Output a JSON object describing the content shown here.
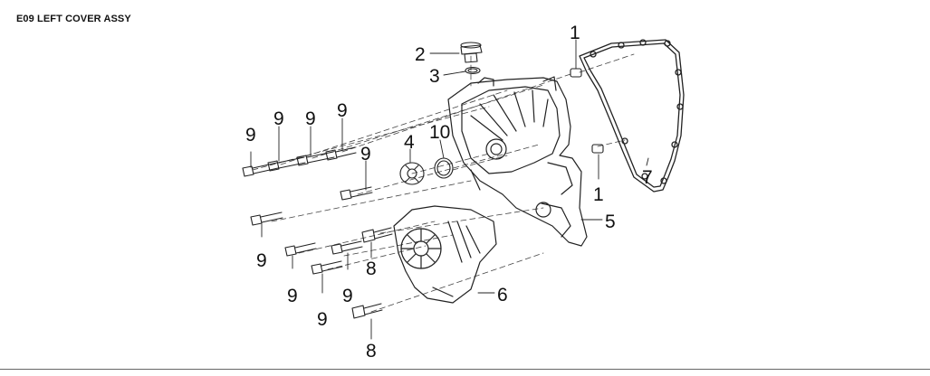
{
  "header": {
    "title": "E09 LEFT COVER ASSY"
  },
  "callouts": [
    {
      "id": "c1a",
      "label": "1"
    },
    {
      "id": "c1b",
      "label": "1"
    },
    {
      "id": "c2",
      "label": "2"
    },
    {
      "id": "c3",
      "label": "3"
    },
    {
      "id": "c4",
      "label": "4"
    },
    {
      "id": "c5",
      "label": "5"
    },
    {
      "id": "c6",
      "label": "6"
    },
    {
      "id": "c7",
      "label": "7"
    },
    {
      "id": "c8a",
      "label": "8"
    },
    {
      "id": "c8b",
      "label": "8"
    },
    {
      "id": "c9a",
      "label": "9"
    },
    {
      "id": "c9b",
      "label": "9"
    },
    {
      "id": "c9c",
      "label": "9"
    },
    {
      "id": "c9d",
      "label": "9"
    },
    {
      "id": "c9e",
      "label": "9"
    },
    {
      "id": "c9f",
      "label": "9"
    },
    {
      "id": "c9g",
      "label": "9"
    },
    {
      "id": "c9h",
      "label": "9"
    },
    {
      "id": "c9i",
      "label": "9"
    },
    {
      "id": "c10",
      "label": "10"
    }
  ]
}
